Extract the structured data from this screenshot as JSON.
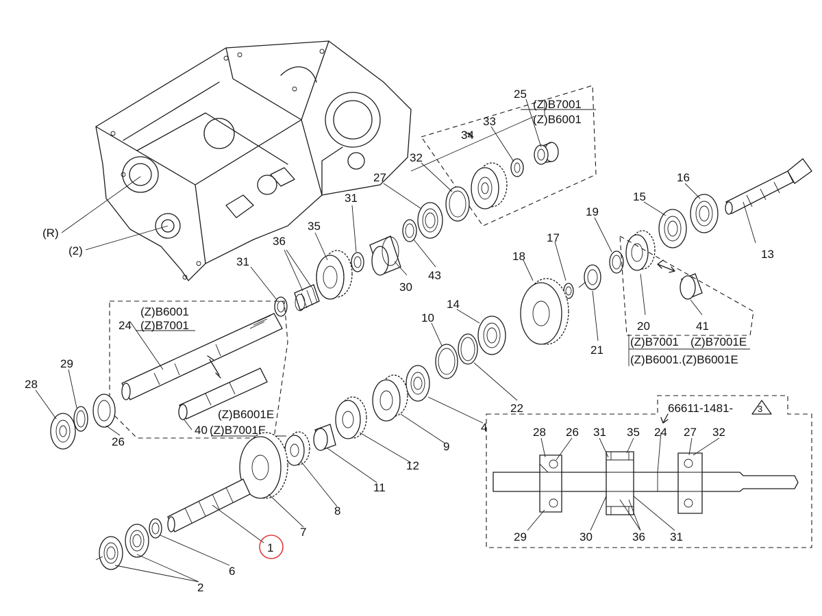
{
  "diagram": {
    "part_labels": [
      "1",
      "2",
      "4",
      "6",
      "7",
      "8",
      "9",
      "10",
      "11",
      "12",
      "13",
      "14",
      "15",
      "16",
      "17",
      "18",
      "19",
      "20",
      "21",
      "22",
      "24",
      "25",
      "26",
      "27",
      "28",
      "29",
      "30",
      "31",
      "31",
      "32",
      "33",
      "34",
      "35",
      "36",
      "40",
      "41",
      "43"
    ],
    "side_labels": {
      "r": "(R)",
      "two": "(2)"
    },
    "notes": {
      "upper_a": "(Z)B7001",
      "upper_b": "(Z)B6001",
      "left_a": "(Z)B6001",
      "left_b": "(Z)B7001",
      "left_c": "(Z)B6001E",
      "left_d": "(Z)B7001E",
      "right_a": "(Z)B7001",
      "right_b": "(Z)B7001E",
      "right_c": "(Z)B6001.(Z)B6001E"
    },
    "inset": {
      "ref": "66611-1481-",
      "ref_symbol": "3",
      "labels": [
        "24",
        "26",
        "27",
        "28",
        "29",
        "30",
        "31",
        "31",
        "32",
        "35",
        "36"
      ]
    },
    "highlight": "1",
    "colors": {
      "ink": "#1a1a1a",
      "highlight": "#e03a3a"
    }
  }
}
